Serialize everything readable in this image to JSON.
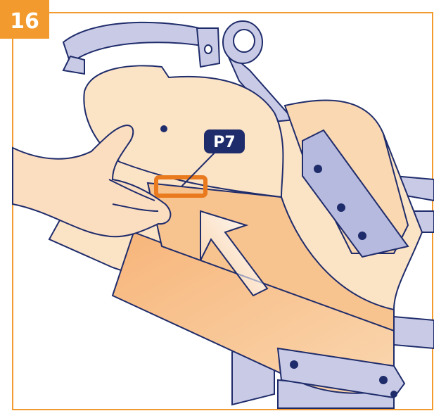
{
  "step": {
    "number": "16"
  },
  "part_label": {
    "code": "P7"
  },
  "colors": {
    "accent_orange": "#F39A2E",
    "frame_blue": "#C9CBE6",
    "outline_navy": "#1F2C6B",
    "fabric_light": "#FBE3C6",
    "fabric_mid": "#F7CFA0",
    "skin": "#FBDDC0",
    "label_navy": "#1F2C6B"
  },
  "icons": {
    "step_badge": "step-number-badge",
    "callout": "part-callout-label",
    "arrow": "direction-arrow"
  }
}
